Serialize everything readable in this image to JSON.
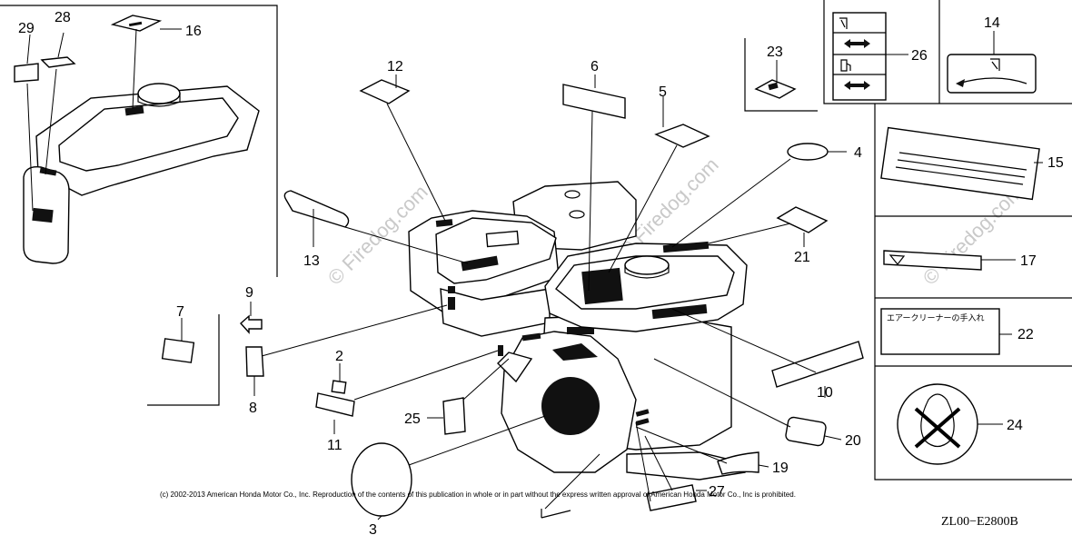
{
  "diagram": {
    "callouts": {
      "c2": "2",
      "c3": "3",
      "c4": "4",
      "c5": "5",
      "c6": "6",
      "c7": "7",
      "c8": "8",
      "c9": "9",
      "c10": "10",
      "c11": "11",
      "c12": "12",
      "c13": "13",
      "c14": "14",
      "c15": "15",
      "c16": "16",
      "c17": "17",
      "c19": "19",
      "c20": "20",
      "c21": "21",
      "c22": "22",
      "c23": "23",
      "c24": "24",
      "c25": "25",
      "c26": "26",
      "c27": "27",
      "c28": "28",
      "c29": "29"
    },
    "label_22_text": "エアークリーナーの手入れ",
    "watermark_1": "© Firedog.com",
    "watermark_2": "© Firedog.com",
    "watermark_3": "© Firedog.com",
    "copyright": "(c) 2002-2013 American Honda Motor Co., Inc. Reproduction of the contents of this publication in whole or in part without the express written approval of American Honda Motor Co., Inc is prohibited.",
    "diagram_code": "ZL00−E2800B"
  }
}
